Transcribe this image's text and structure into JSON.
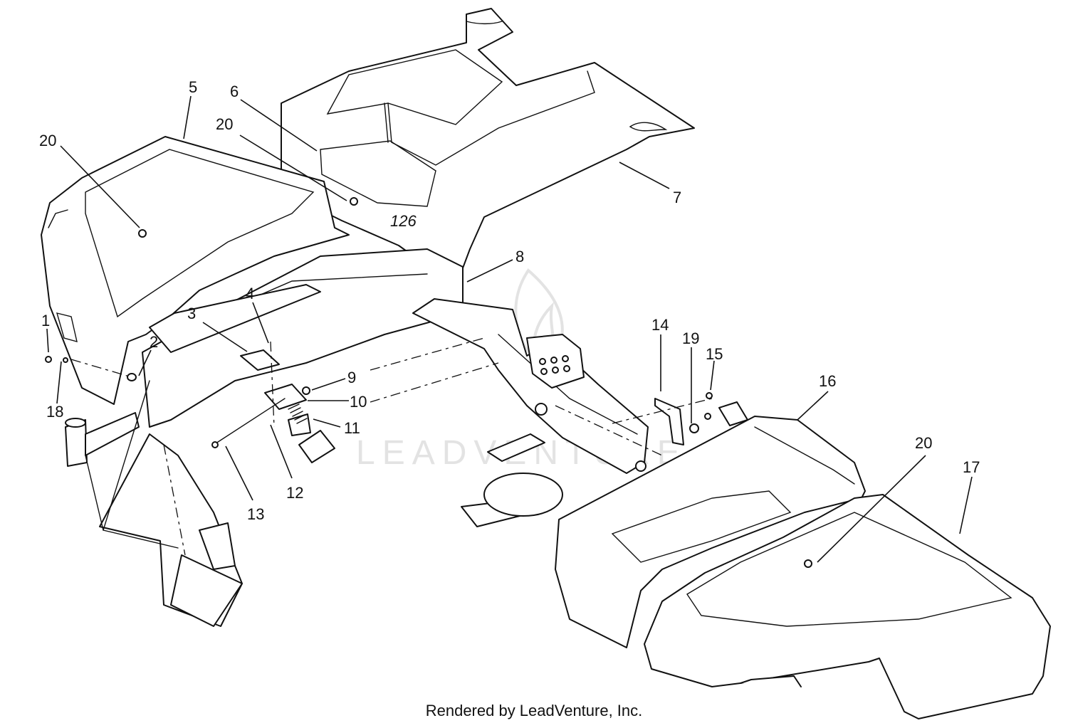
{
  "callouts": [
    "1",
    "2",
    "3",
    "4",
    "5",
    "6",
    "7",
    "8",
    "9",
    "10",
    "11",
    "12",
    "13",
    "14",
    "15",
    "16",
    "17",
    "18",
    "19",
    "20",
    "20",
    "20"
  ],
  "decal_text": "126",
  "watermark": "LEADVENTURE",
  "footer": "Rendered by LeadVenture, Inc.",
  "colors": {
    "line": "#111111",
    "background": "#ffffff",
    "watermark": "#e3e3e3"
  }
}
